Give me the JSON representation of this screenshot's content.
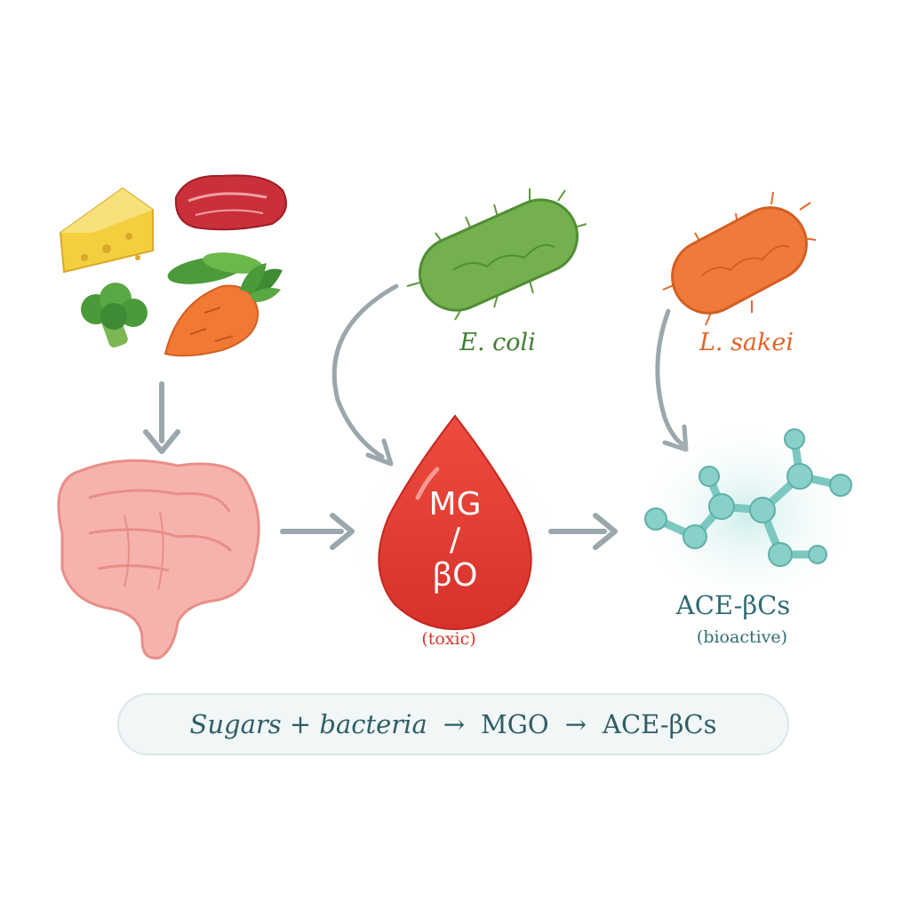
{
  "labels": {
    "ecoli": "E. coli",
    "lsakei": "L. sakei",
    "mgo_line1": "MG",
    "mgo_line2": "/",
    "mgo_line3": "ꞵO",
    "toxic": "(toxic)",
    "ace": "ACE-βCs",
    "bioactive": "(bioactive)"
  },
  "summary": {
    "part1": "Sugars + bacteria",
    "arrow1": "→",
    "part2": "MGO",
    "arrow2": "→",
    "part3": "ACE-βCs"
  },
  "colors": {
    "arrow": "#9aa7ad",
    "ecoli": "#6fae4a",
    "lsakei": "#f07a3a",
    "drop": "#e23a32",
    "molecule": "#7cc8c0",
    "intestine": "#f4a5a0"
  },
  "icons": [
    "cheese-icon",
    "meat-icon",
    "broccoli-icon",
    "carrot-icon",
    "intestine-icon",
    "bacterium-icon",
    "drop-icon",
    "molecule-icon"
  ]
}
